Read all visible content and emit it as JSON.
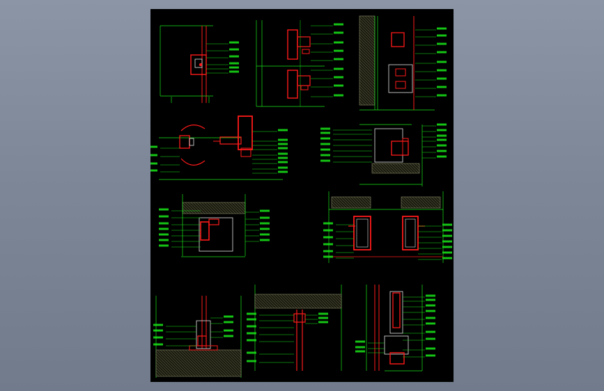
{
  "sheet": {
    "background": "#000000",
    "colors": {
      "line": "#19e619",
      "section": "#ff1a1a",
      "detail": "#e6e6e6",
      "hatch": "#8a8a6a"
    }
  },
  "details": [
    {
      "id": "d1",
      "kind": "mullion-joint-plan"
    },
    {
      "id": "d2",
      "kind": "mullion-double-section"
    },
    {
      "id": "d3",
      "kind": "wall-bracket-section"
    },
    {
      "id": "d4",
      "kind": "corner-mullion-plan"
    },
    {
      "id": "d5",
      "kind": "mullion-box-section"
    },
    {
      "id": "d6",
      "kind": "ceiling-box-section"
    },
    {
      "id": "d7",
      "kind": "twin-mullion-ceiling-section"
    },
    {
      "id": "d8",
      "kind": "floor-base-section"
    },
    {
      "id": "d9",
      "kind": "ceiling-hanger-section"
    },
    {
      "id": "d10",
      "kind": "vertical-anchor-section"
    }
  ]
}
